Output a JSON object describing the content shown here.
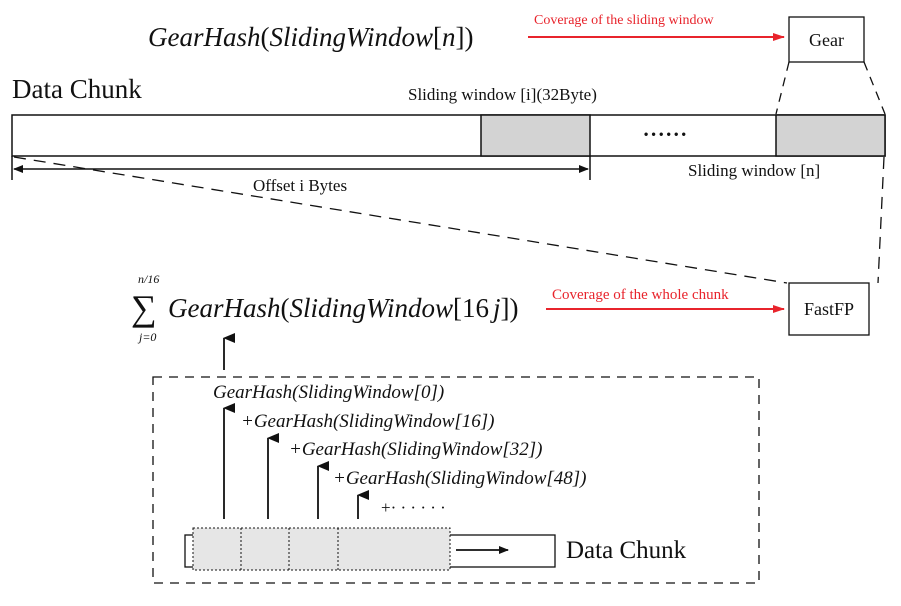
{
  "top_formula": {
    "fn": "GearHash",
    "open1": "(",
    "arg": "SlidingWindow",
    "idx_open": "[",
    "idx": "n",
    "close": "])"
  },
  "top_arrow_label": "Coverage of the sliding window",
  "gear_box": "Gear",
  "data_chunk_title": "Data Chunk",
  "sliding_window_i": "Sliding window [i](32Byte)",
  "ellipsis_dots": "• • • • • •",
  "sliding_window_n": "Sliding window [n]",
  "offset_label": "Offset i Bytes",
  "sum_formula": {
    "sigma": "∑",
    "upper": "n/16",
    "lower": "j=0",
    "fn": "GearHash",
    "open1": "(",
    "arg": "SlidingWindow",
    "idx_open": "[",
    "idx_num": "16",
    "idx_var": "j",
    "close": "])"
  },
  "bottom_arrow_label": "Coverage of the whole chunk",
  "fastfp_box": "FastFP",
  "hash_terms": [
    "GearHash(SlidingWindow[0])",
    "+GearHash(SlidingWindow[16])",
    "+GearHash(SlidingWindow[32])",
    "+GearHash(SlidingWindow[48])",
    "+· · · · · ·"
  ],
  "data_chunk_bottom": "Data Chunk",
  "colors": {
    "red": "#e8242c",
    "window_fill": "#d3d3d3",
    "chunk_cell_fill": "#e6e6e6",
    "stroke": "#111111"
  }
}
